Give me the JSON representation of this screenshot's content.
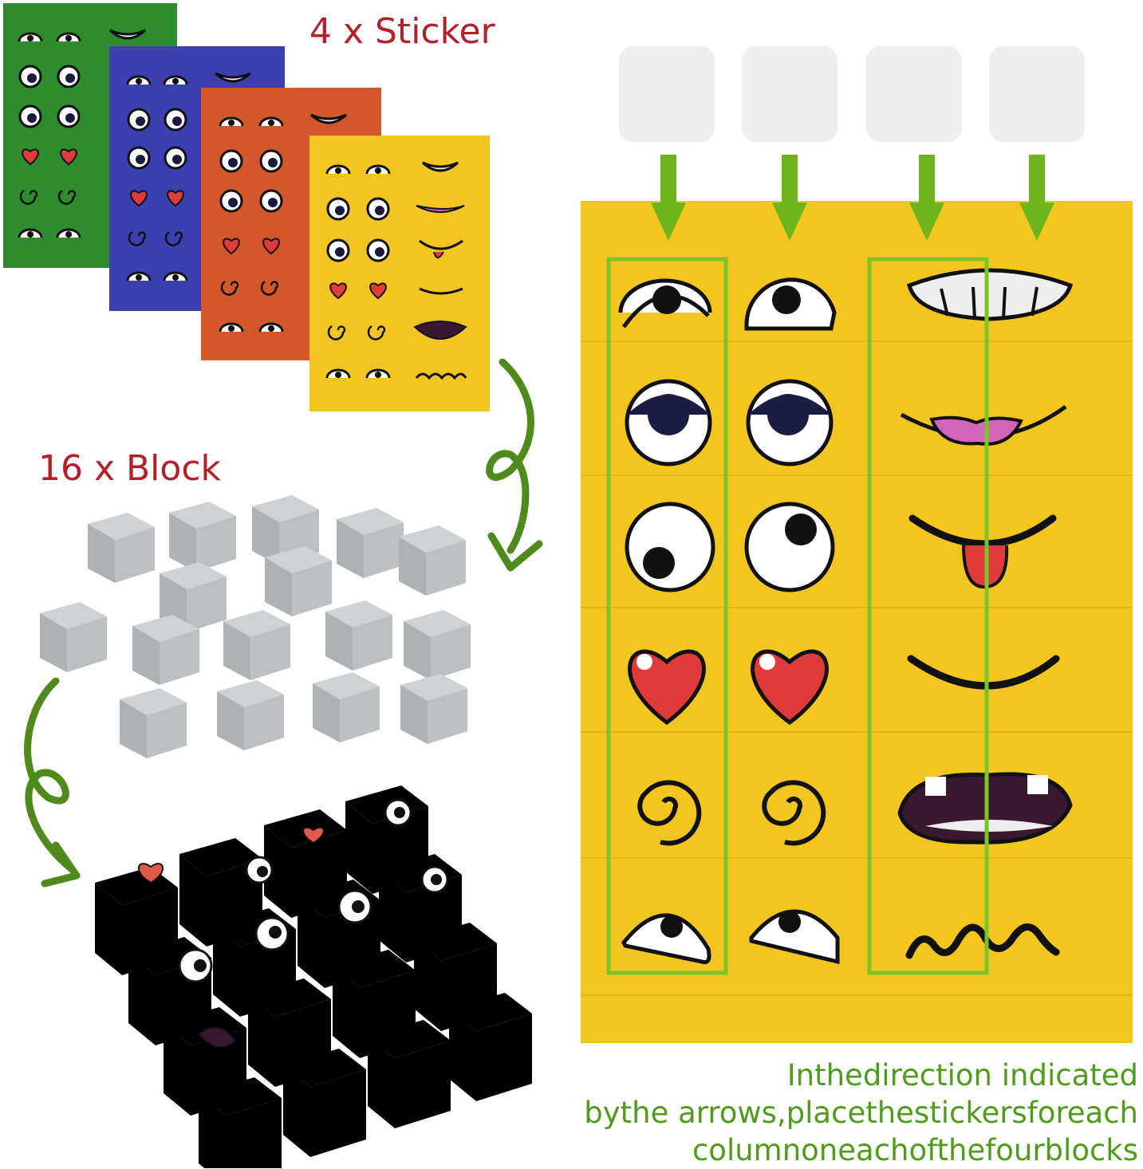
{
  "headings": {
    "stickers": "4 x Sticker",
    "blocks": "16 x Block"
  },
  "instruction": [
    "Inthedirection indicated",
    "bythe arrows,placethestickersforeach",
    "columnoneachofthefourblocks"
  ],
  "colors": {
    "green_sheet": "#2e8b2e",
    "blue_sheet": "#3b3fb0",
    "orange_sheet": "#d2582c",
    "yellow_sheet": "#f2c522",
    "arrow_green": "#6cb51e",
    "heading_red": "#b3202a",
    "block_grey": "#b8bcbf"
  },
  "icons": [
    "blank-block-face-icon",
    "down-arrow-icon",
    "curved-arrow-icon",
    "eye-sticker-icon",
    "mouth-sticker-icon",
    "heart-eye-icon",
    "spiral-eye-icon"
  ]
}
